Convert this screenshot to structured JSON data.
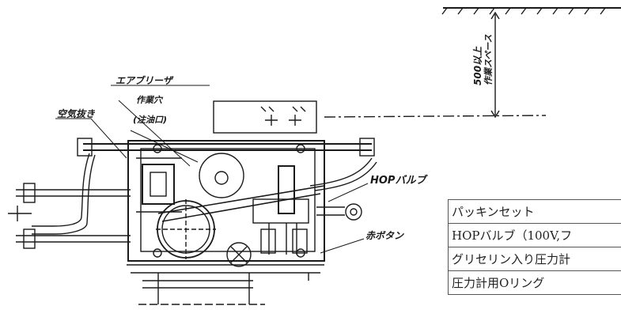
{
  "labels": {
    "air_tank": "空気抜き",
    "air_breather": "エアブリーザ",
    "oil_port": "作業穴",
    "oil_port_sub": "(注油口)",
    "hop_valve": "HOPバルブ",
    "red_button": "赤ボタン",
    "clearance": "500以上",
    "work_space": "作業スペース"
  },
  "parts_table": {
    "rows": [
      "パッキンセット",
      "HOPバルブ（100V,フ",
      "グリセリン入り圧力計",
      "圧力計用Oリング"
    ]
  }
}
